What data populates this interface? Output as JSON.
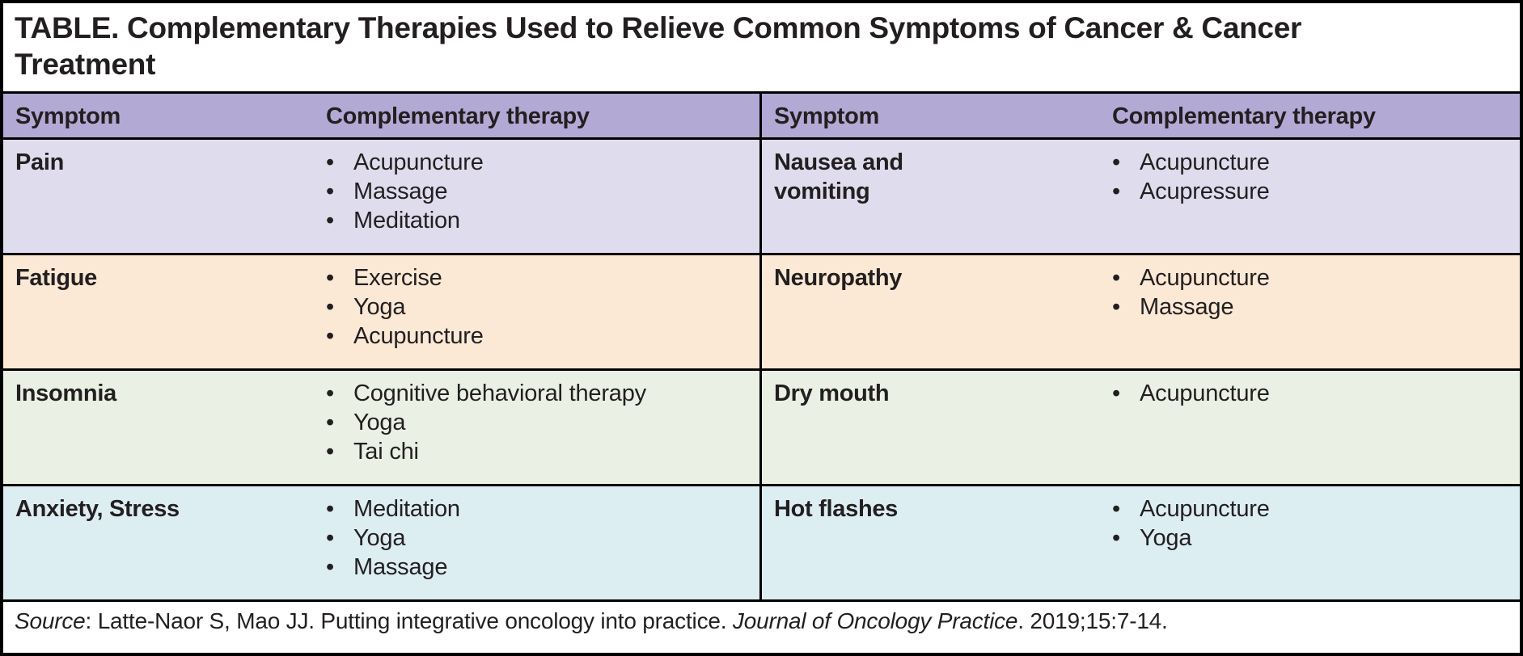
{
  "title": "TABLE. Complementary Therapies Used to Relieve Common Symptoms of Cancer & Cancer Treatment",
  "header": {
    "columns": [
      "Symptom",
      "Complementary therapy",
      "Symptom",
      "Complementary therapy"
    ]
  },
  "rows": [
    {
      "bg": "#dfdcee",
      "left": {
        "symptom": "Pain",
        "therapies": [
          "Acupuncture",
          "Massage",
          "Meditation"
        ]
      },
      "right": {
        "symptom": "Nausea and vomiting",
        "therapies": [
          "Acupuncture",
          "Acupressure"
        ]
      }
    },
    {
      "bg": "#fbe9d5",
      "left": {
        "symptom": "Fatigue",
        "therapies": [
          "Exercise",
          "Yoga",
          "Acupuncture"
        ]
      },
      "right": {
        "symptom": "Neuropathy",
        "therapies": [
          "Acupuncture",
          "Massage"
        ]
      }
    },
    {
      "bg": "#eaf0e3",
      "left": {
        "symptom": "Insomnia",
        "therapies": [
          "Cognitive behavioral therapy",
          "Yoga",
          "Tai chi"
        ]
      },
      "right": {
        "symptom": "Dry mouth",
        "therapies": [
          "Acupuncture"
        ]
      }
    },
    {
      "bg": "#ddeef3",
      "left": {
        "symptom": "Anxiety, Stress",
        "therapies": [
          "Meditation",
          "Yoga",
          "Massage"
        ]
      },
      "right": {
        "symptom": "Hot flashes",
        "therapies": [
          "Acupuncture",
          "Yoga"
        ]
      }
    }
  ],
  "source": {
    "label": "Source",
    "text_1": ": Latte-Naor S, Mao JJ. Putting integrative oncology into practice. ",
    "journal": "Journal of Oncology Practice",
    "text_2": ". 2019;15:7-14."
  },
  "colors": {
    "header_bg": "#b3a9d5",
    "row_pain_bg": "#dfdcee",
    "row_fatigue_bg": "#fbe9d5",
    "row_insomnia_bg": "#eaf0e3",
    "row_anxiety_bg": "#ddeef3",
    "border": "#000000",
    "text": "#231f20"
  }
}
